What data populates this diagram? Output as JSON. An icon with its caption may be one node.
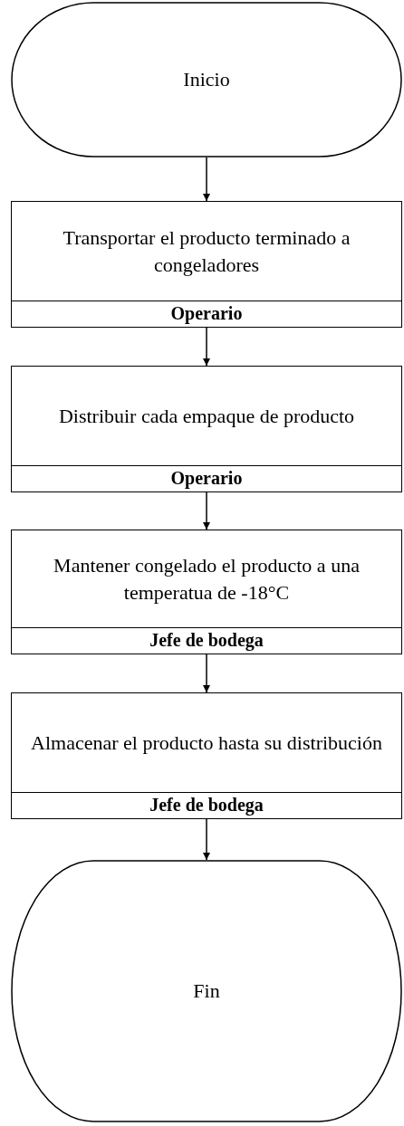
{
  "diagram": {
    "nodes": [
      {
        "text": [
          "Inicio"
        ]
      },
      {
        "text": [
          "Transportar el producto terminado a congeladores",
          "Operario"
        ]
      },
      {
        "text": [
          "Distribuir cada empaque de producto",
          "Operario"
        ]
      },
      {
        "text": [
          "Mantener congelado el producto a una temperatua de -18°C",
          "Jefe de bodega"
        ]
      },
      {
        "text": [
          "Almacenar el producto hasta su distribución",
          "Jefe de bodega"
        ]
      },
      {
        "text": [
          "Fin"
        ]
      }
    ],
    "edges": [
      {
        "from": 0,
        "to": 1,
        "arrow": "to"
      },
      {
        "from": 1,
        "to": 2,
        "arrow": "to"
      },
      {
        "from": 2,
        "to": 3,
        "arrow": "to"
      },
      {
        "from": 3,
        "to": 4,
        "arrow": "to"
      },
      {
        "from": 4,
        "to": 5,
        "arrow": "to"
      }
    ]
  }
}
